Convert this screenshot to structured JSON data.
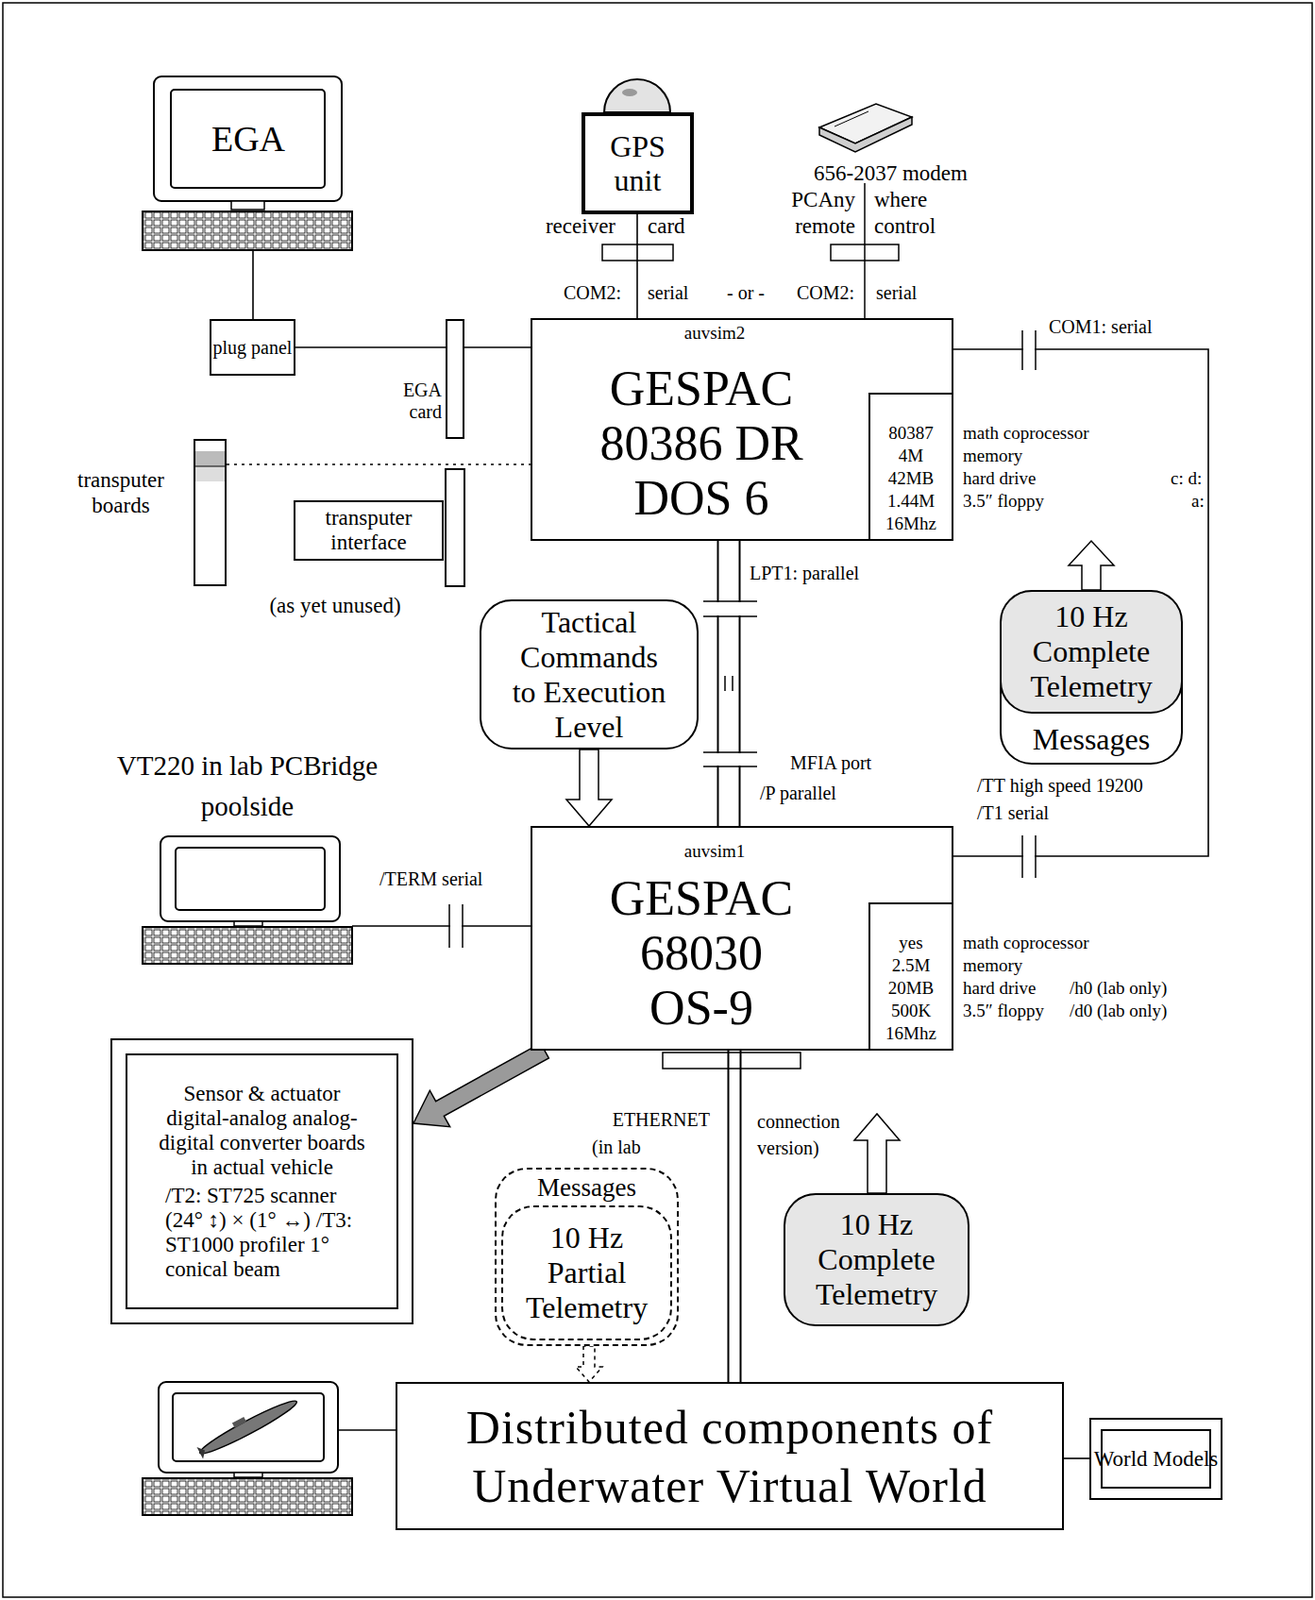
{
  "diagram": {
    "nodes": [
      {
        "text": [
          "EGA"
        ]
      },
      {
        "text": [
          "GPS unit"
        ]
      },
      {
        "text": [
          "plug panel"
        ]
      },
      {
        "text": [
          "EGA card"
        ]
      },
      {
        "text": [
          "auvsim2",
          "GESPAC 80386 DR DOS 6"
        ]
      },
      {
        "text": [
          "80387 4M 42MB 1.44M 16Mhz"
        ],
        "in": 4
      },
      {
        "text": [
          "transputer interface"
        ]
      },
      {
        "text": [
          "transputer boards"
        ]
      },
      {
        "text": [
          "Tactical Commands to Execution Level"
        ]
      },
      {
        "text": [
          "10 Hz Complete Telemetry"
        ]
      },
      {
        "text": [
          "Messages"
        ]
      },
      {
        "text": [
          "auvsim1",
          "GESPAC 68030 OS-9"
        ]
      },
      {
        "text": [
          "yes 2.5M 20MB 500K 16Mhz"
        ],
        "in": 11
      },
      {
        "text": [
          "VT220 in lab PCBridge poolside"
        ]
      },
      {
        "text": [
          "Sensor & actuator digital-analog analog-digital converter boards in actual vehicle",
          "/T2: ST725 scanner (24° ↕) × (1° ↔) /T3: ST1000 profiler 1° conical beam"
        ]
      },
      {
        "text": [
          "Messages"
        ]
      },
      {
        "text": [
          "10 Hz Partial Telemetry"
        ],
        "in": 15
      },
      {
        "text": [
          "10 Hz Complete Telemetry"
        ]
      },
      {
        "text": [
          "Distributed components of Underwater Virtual World"
        ]
      },
      {
        "text": [
          "World Models"
        ]
      }
    ],
    "edges": [
      {
        "from": 0,
        "to": 2,
        "arrow": "none"
      },
      {
        "from": 2,
        "to": 3,
        "arrow": "none"
      },
      {
        "from": 3,
        "to": 4,
        "arrow": "none"
      },
      {
        "from": 1,
        "to": 4,
        "arrow": "none"
      },
      {
        "from": 7,
        "to": 4,
        "arrow": "none"
      },
      {
        "from": 4,
        "to": 11,
        "arrow": "none"
      },
      {
        "from": 11,
        "to": 4,
        "arrow": "none"
      },
      {
        "from": 11,
        "to": 13,
        "arrow": "none"
      },
      {
        "from": 11,
        "to": 14,
        "arrow": "to"
      },
      {
        "from": 11,
        "to": 18,
        "arrow": "none"
      },
      {
        "from": 18,
        "to": 19,
        "arrow": "none"
      },
      {
        "from": 9,
        "to": 4,
        "arrow": "to"
      },
      {
        "from": 8,
        "to": 11,
        "arrow": "to"
      },
      {
        "from": 15,
        "to": 18,
        "arrow": "to"
      }
    ],
    "labels": [
      "receiver",
      "card",
      "656-2037 modem",
      "PCAny",
      "where",
      "remote",
      "control",
      "COM2:",
      "serial",
      "- or -",
      "COM2:",
      "serial",
      "COM1: serial",
      "math coprocessor",
      "memory",
      "hard drive",
      "c: d:",
      "3.5″ floppy",
      "a:",
      "(as yet unused)",
      "LPT1: parallel",
      "MFIA port",
      "/P parallel",
      "/TT high speed 19200",
      "/T1 serial",
      "/TERM serial",
      "math coprocessor",
      "memory",
      "hard drive",
      "/h0 (lab only)",
      "3.5″ floppy",
      "/d0 (lab only)",
      "ETHERNET",
      "(in lab",
      "connection",
      "version)"
    ]
  }
}
